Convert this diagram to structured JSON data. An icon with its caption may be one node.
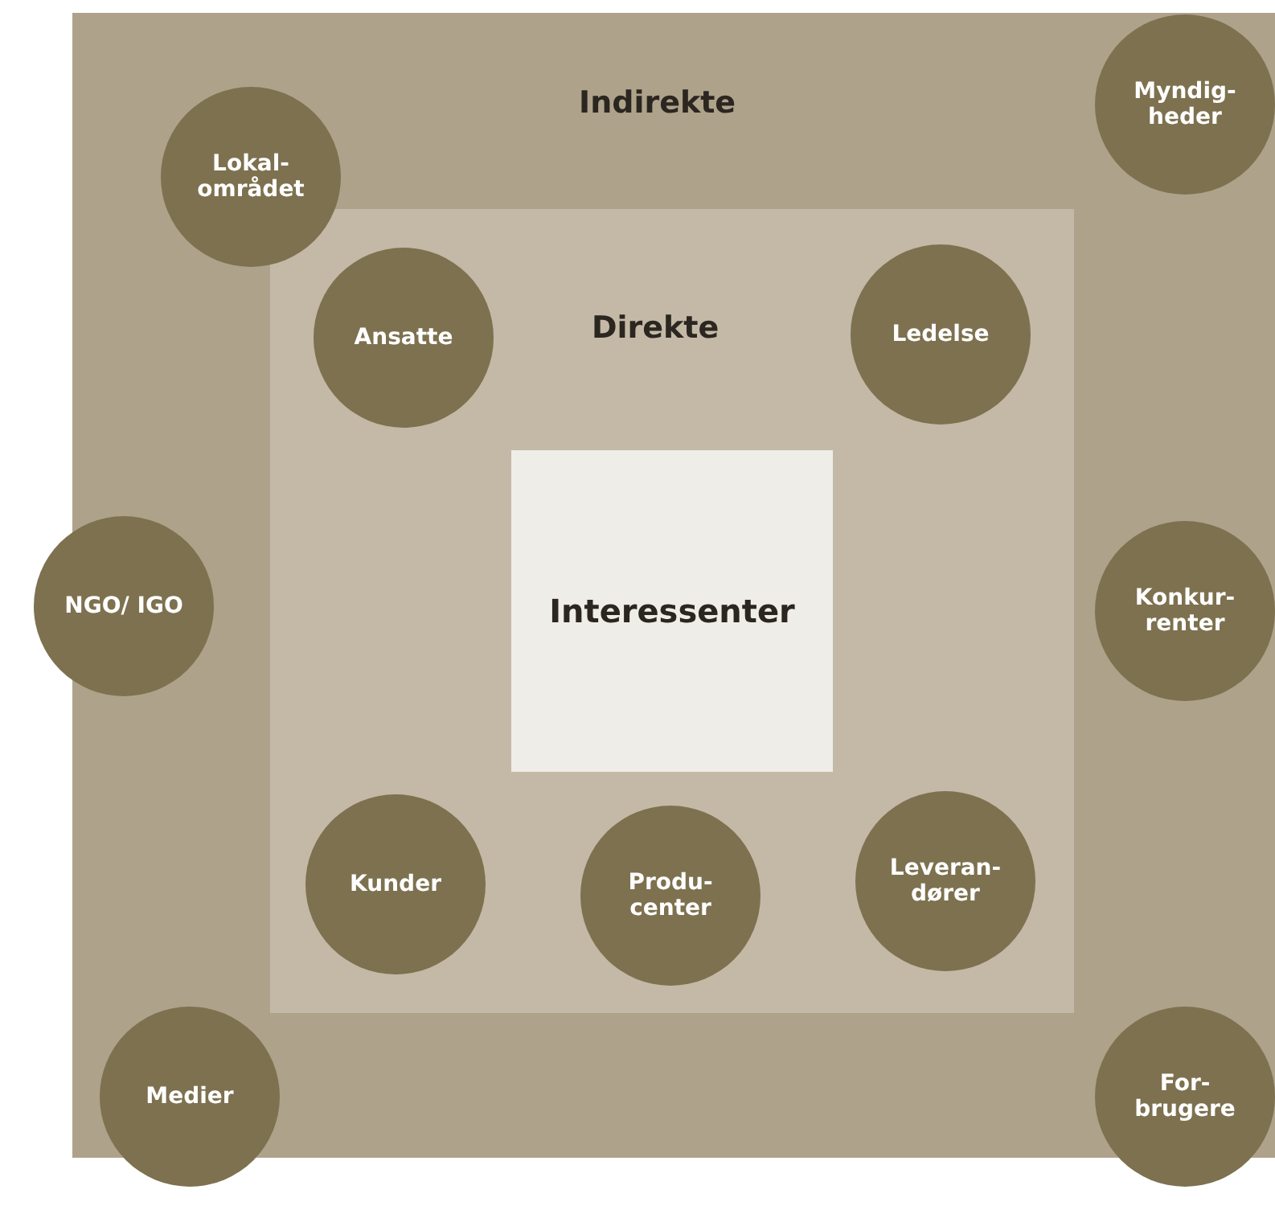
{
  "diagram": {
    "nodes": [
      {
        "text": [
          "Indirekte"
        ]
      },
      {
        "text": [
          "Lokal- området"
        ],
        "in": 0
      },
      {
        "text": [
          "Myndig- heder"
        ],
        "in": 0
      },
      {
        "text": [
          "Direkte"
        ],
        "in": 0
      },
      {
        "text": [
          "Ansatte"
        ],
        "in": 3
      },
      {
        "text": [
          "Ledelse"
        ],
        "in": 3
      },
      {
        "text": [
          "Interessenter"
        ],
        "in": 3
      },
      {
        "text": [
          "NGO/ IGO"
        ]
      },
      {
        "text": [
          "Konkur- renter"
        ],
        "in": 0
      },
      {
        "text": [
          "Kunder"
        ],
        "in": 3
      },
      {
        "text": [
          "Produ- center"
        ],
        "in": 3
      },
      {
        "text": [
          "Leveran- dører"
        ],
        "in": 3
      },
      {
        "text": [
          "Medier"
        ],
        "in": 0
      },
      {
        "text": [
          "For- brugere"
        ]
      }
    ]
  }
}
